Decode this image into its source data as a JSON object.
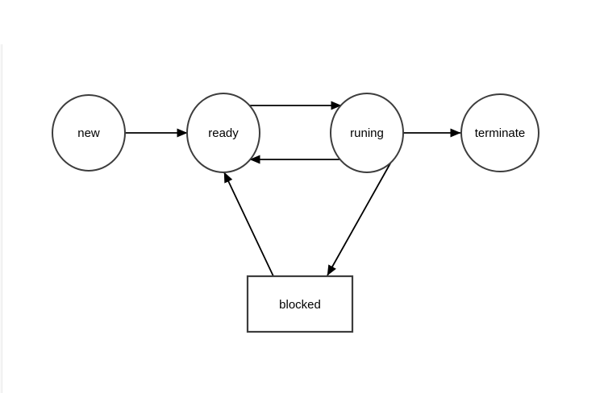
{
  "diagram": {
    "type": "state-diagram",
    "nodes": {
      "new": {
        "label": "new",
        "shape": "ellipse"
      },
      "ready": {
        "label": "ready",
        "shape": "ellipse"
      },
      "runing": {
        "label": "runing",
        "shape": "ellipse"
      },
      "terminate": {
        "label": "terminate",
        "shape": "ellipse"
      },
      "blocked": {
        "label": "blocked",
        "shape": "rectangle"
      }
    },
    "edges": [
      {
        "from": "new",
        "to": "ready"
      },
      {
        "from": "ready",
        "to": "runing"
      },
      {
        "from": "runing",
        "to": "ready"
      },
      {
        "from": "runing",
        "to": "terminate"
      },
      {
        "from": "runing",
        "to": "blocked"
      },
      {
        "from": "blocked",
        "to": "ready"
      }
    ],
    "colors": {
      "background": "#ffffff",
      "shape_stroke": "#3d3d3d",
      "shape_fill": "#ffffff",
      "arrow_stroke": "#000000",
      "label_color": "#000000",
      "canvas_edge": "#e9e9e9"
    }
  }
}
